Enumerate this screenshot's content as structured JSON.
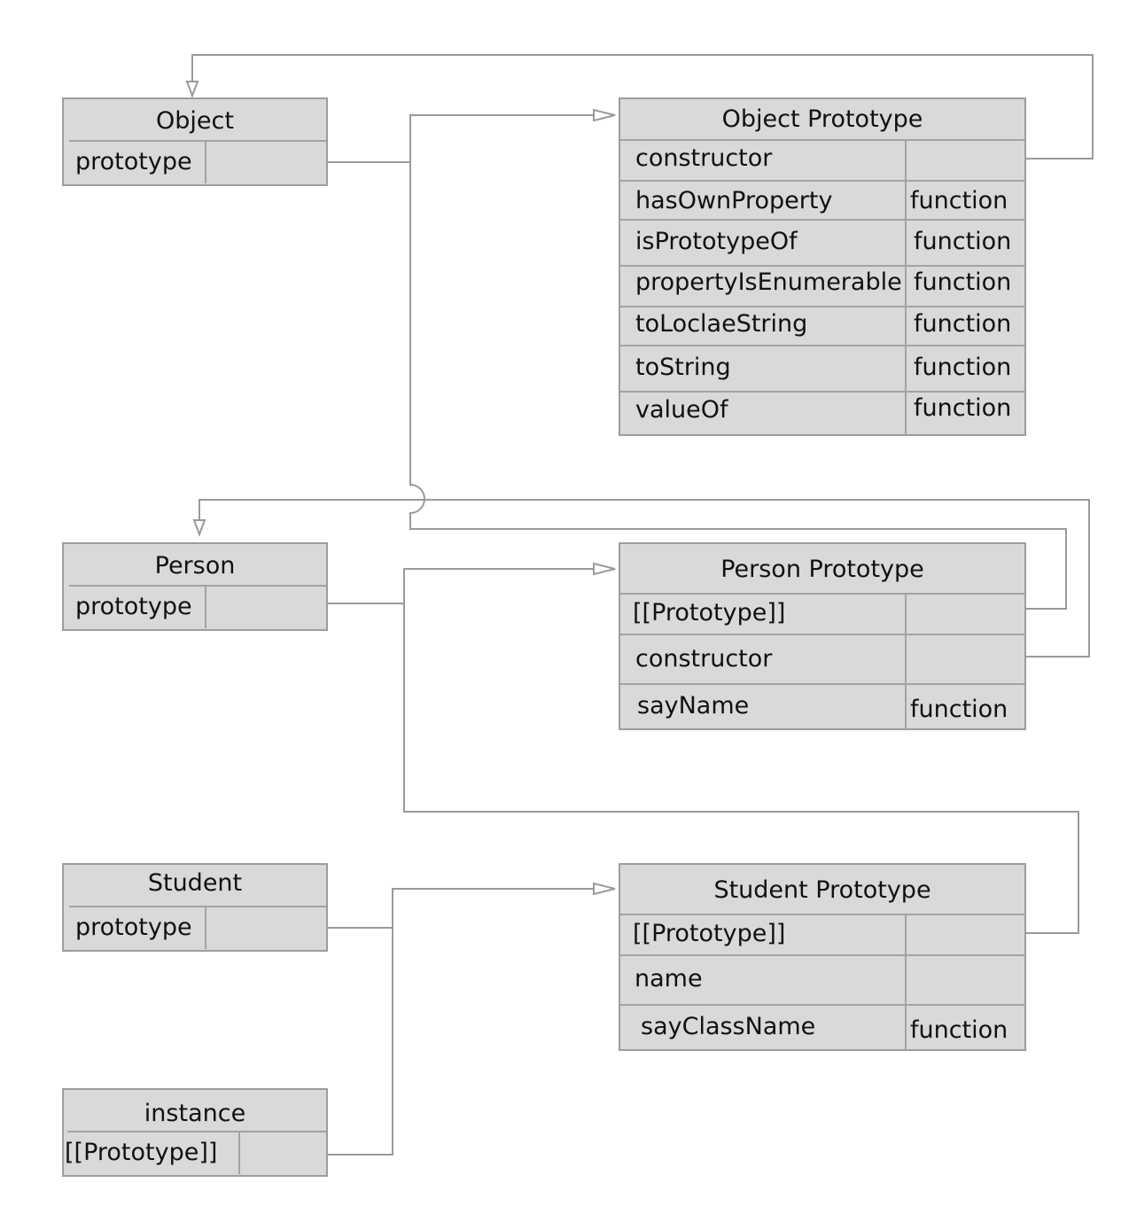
{
  "constructors": {
    "object": {
      "title": "Object",
      "field": "prototype"
    },
    "person": {
      "title": "Person",
      "field": "prototype"
    },
    "student": {
      "title": "Student",
      "field": "prototype"
    },
    "instance": {
      "title": "instance",
      "field": "[[Prototype]]"
    }
  },
  "object_prototype": {
    "title": "Object Prototype",
    "rows": [
      {
        "name": "constructor",
        "value": ""
      },
      {
        "name": "hasOwnProperty",
        "value": "function"
      },
      {
        "name": "isPrototypeOf",
        "value": "function"
      },
      {
        "name": "propertyIsEnumerable",
        "value": "function"
      },
      {
        "name": "toLoclaeString",
        "value": "function"
      },
      {
        "name": "toString",
        "value": "function"
      },
      {
        "name": "valueOf",
        "value": "function"
      }
    ]
  },
  "person_prototype": {
    "title": "Person Prototype",
    "rows": [
      {
        "name": "[[Prototype]]",
        "value": ""
      },
      {
        "name": "constructor",
        "value": ""
      },
      {
        "name": "sayName",
        "value": "function"
      }
    ]
  },
  "student_prototype": {
    "title": "Student Prototype",
    "rows": [
      {
        "name": "[[Prototype]]",
        "value": ""
      },
      {
        "name": "name",
        "value": ""
      },
      {
        "name": "sayClassName",
        "value": "function"
      }
    ]
  },
  "colors": {
    "box_fill": "#d9d9d9",
    "line": "#9a9a9a"
  }
}
